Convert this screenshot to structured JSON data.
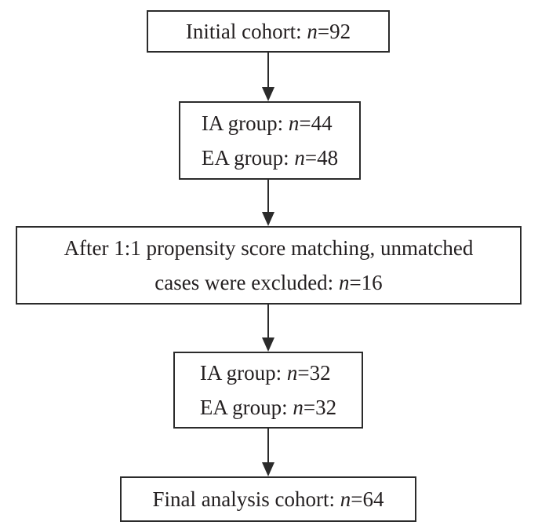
{
  "colors": {
    "background": "#ffffff",
    "border": "#2b2b2b",
    "text": "#231f20"
  },
  "flowchart": {
    "boxes": [
      {
        "name": "initial-cohort",
        "lines": [
          [
            {
              "t": "Initial cohort: "
            },
            {
              "t": "n",
              "i": true
            },
            {
              "t": "=92"
            }
          ]
        ]
      },
      {
        "name": "groups-before-matching",
        "lines": [
          [
            {
              "t": "IA group: "
            },
            {
              "t": "n",
              "i": true
            },
            {
              "t": "=44"
            }
          ],
          [
            {
              "t": "EA group: "
            },
            {
              "t": "n",
              "i": true
            },
            {
              "t": "=48"
            }
          ]
        ]
      },
      {
        "name": "propensity-matching-exclusion",
        "lines": [
          [
            {
              "t": "After 1:1 propensity score matching, unmatched"
            }
          ],
          [
            {
              "t": "cases were excluded: "
            },
            {
              "t": "n",
              "i": true
            },
            {
              "t": "=16"
            }
          ]
        ]
      },
      {
        "name": "groups-after-matching",
        "lines": [
          [
            {
              "t": "IA group: "
            },
            {
              "t": "n",
              "i": true
            },
            {
              "t": "=32"
            }
          ],
          [
            {
              "t": "EA group: "
            },
            {
              "t": "n",
              "i": true
            },
            {
              "t": "=32"
            }
          ]
        ]
      },
      {
        "name": "final-analysis-cohort",
        "lines": [
          [
            {
              "t": "Final analysis cohort: "
            },
            {
              "t": "n",
              "i": true
            },
            {
              "t": "=64"
            }
          ]
        ]
      }
    ]
  }
}
